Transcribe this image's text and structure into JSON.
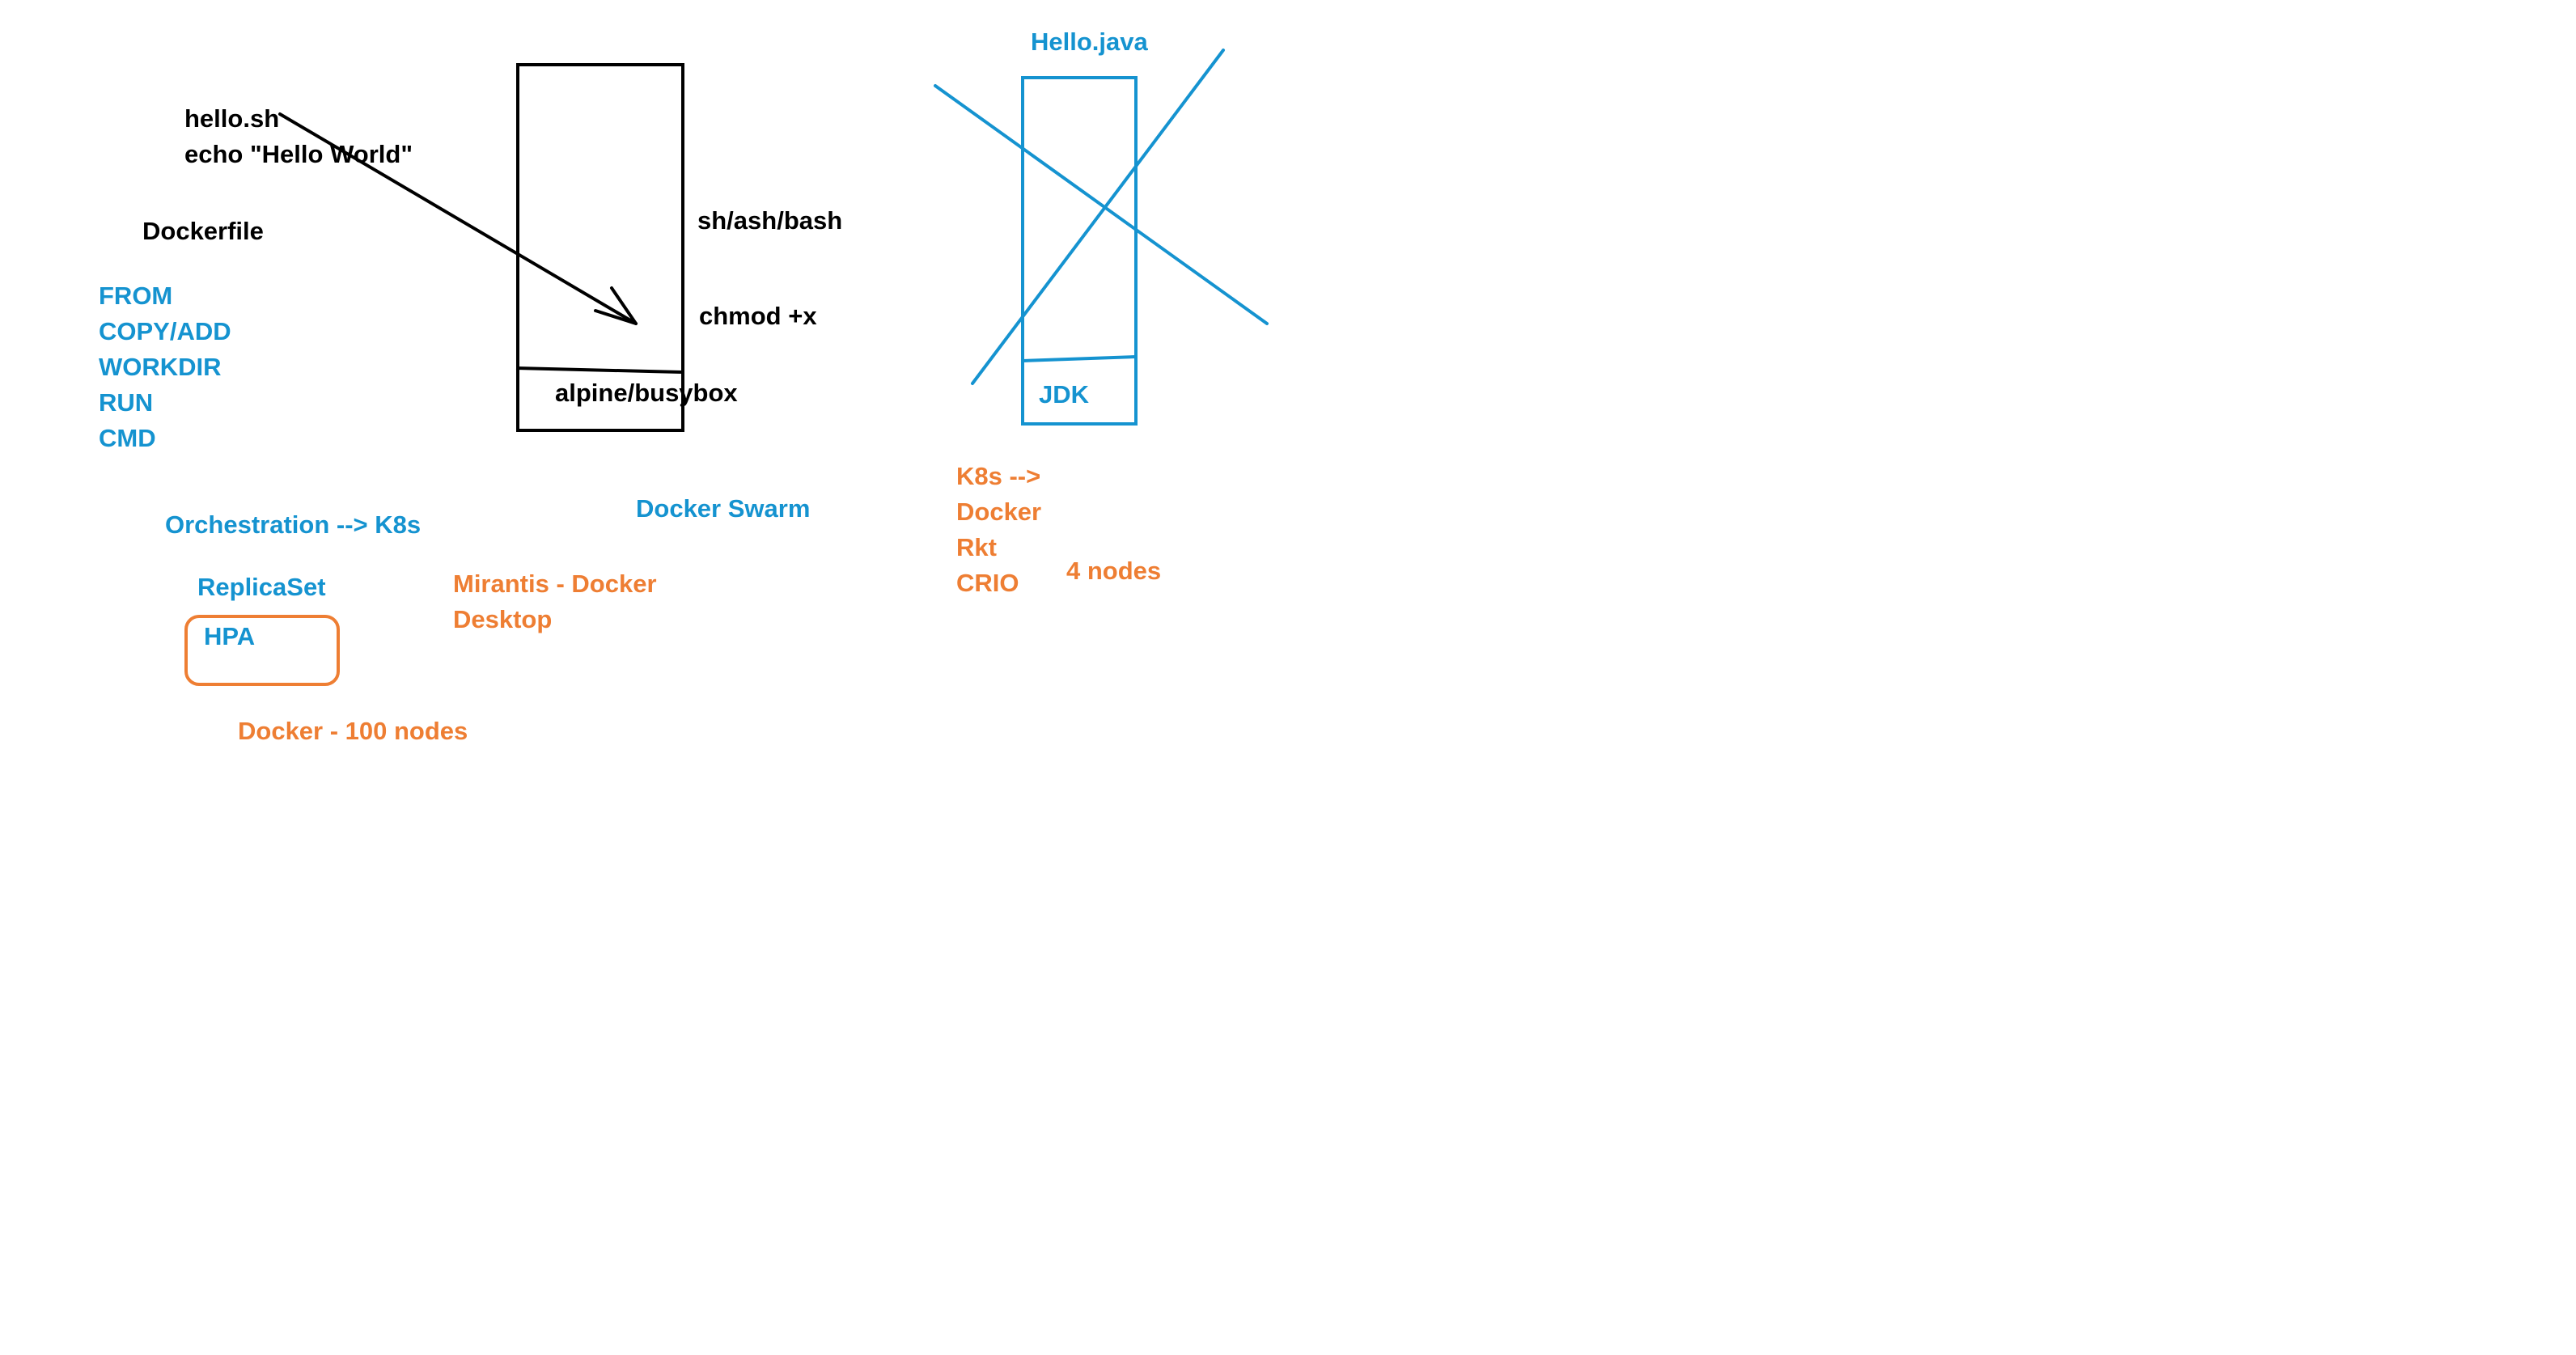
{
  "colors": {
    "black": "#000000",
    "blue": "#1593d0",
    "orange": "#ee7e33"
  },
  "script_note": {
    "line1": "hello.sh",
    "line2": "echo \"Hello World\""
  },
  "dockerfile": {
    "title": "Dockerfile",
    "instructions": [
      "FROM",
      "COPY/ADD",
      "WORKDIR",
      "RUN",
      "CMD"
    ]
  },
  "container": {
    "shell_label": "sh/ash/bash",
    "chmod_label": "chmod +x",
    "base_label": "alpine/busybox"
  },
  "java_container": {
    "title": "Hello.java",
    "base_label": "JDK"
  },
  "orchestration": {
    "label": "Orchestration --> K8s",
    "replicaset": "ReplicaSet",
    "hpa": "HPA",
    "docker_nodes": "Docker - 100 nodes",
    "docker_swarm": "Docker Swarm",
    "mirantis_line1": "Mirantis - Docker",
    "mirantis_line2": "Desktop"
  },
  "runtimes": {
    "items": [
      "K8s -->",
      "Docker",
      "Rkt",
      "CRIO"
    ],
    "nodes": "4 nodes"
  }
}
